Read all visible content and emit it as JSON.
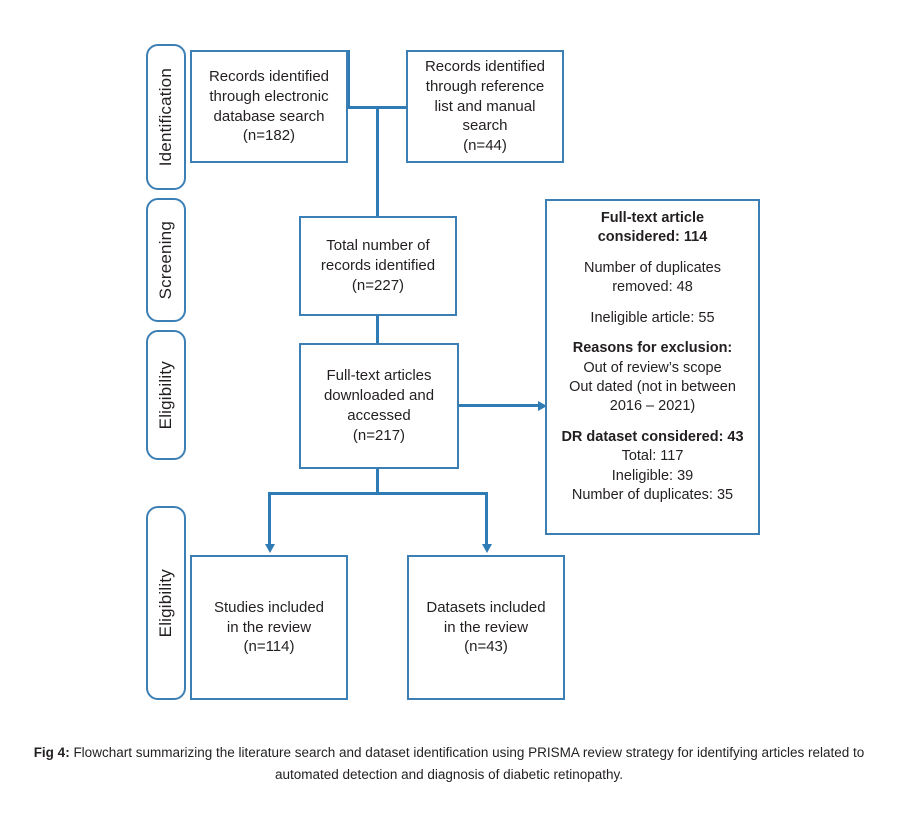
{
  "figure": {
    "caption_label": "Fig 4:",
    "caption_text": " Flowchart summarizing the literature search and dataset identification using PRISMA review strategy for identifying articles related to automated detection and diagnosis of diabetic retinopathy."
  },
  "theme": {
    "line_color": "#2e7bb5",
    "border_color": "#3b7fb5",
    "text_color": "#231f20",
    "background": "#ffffff"
  },
  "stages": [
    {
      "label": "Identification"
    },
    {
      "label": "Screening"
    },
    {
      "label": "Eligibility"
    },
    {
      "label": "Eligibility"
    }
  ],
  "boxes": {
    "records_electronic": "Records identified\nthrough electronic\ndatabase search\n(n=182)",
    "records_reference": "Records identified\nthrough reference\nlist and manual\nsearch\n(n=44)",
    "total_records": "Total number of\nrecords identified\n(n=227)",
    "fulltext_downloaded": "Full-text articles\ndownloaded and\naccessed\n(n=217)",
    "studies_included": "Studies included\nin the review\n(n=114)",
    "datasets_included": "Datasets included\nin the review\n(n=43)"
  },
  "exclusion_panel": {
    "fulltext_considered": "Full-text article\nconsidered: 114",
    "duplicates_removed": "Number of duplicates\nremoved: 48",
    "ineligible_article": "Ineligible article: 55",
    "reasons_heading": "Reasons for exclusion:",
    "reason_scope": "Out of review’s scope",
    "reason_outdated": "Out dated (not in between\n2016 – 2021)",
    "dr_dataset_considered": "DR dataset considered: 43",
    "dr_total": "Total: 117",
    "dr_ineligible": "Ineligible: 39",
    "dr_duplicates": "Number of duplicates: 35"
  },
  "chart_data": {
    "type": "diagram",
    "title": "PRISMA flow diagram",
    "nodes": [
      {
        "id": "records_electronic",
        "stage": "Identification",
        "label": "Records identified through electronic database search",
        "n": 182
      },
      {
        "id": "records_reference",
        "stage": "Identification",
        "label": "Records identified through reference list and manual search",
        "n": 44
      },
      {
        "id": "total_records",
        "stage": "Screening",
        "label": "Total number of records identified",
        "n": 227
      },
      {
        "id": "fulltext_downloaded",
        "stage": "Eligibility",
        "label": "Full-text articles downloaded and accessed",
        "n": 217
      },
      {
        "id": "exclusion_panel",
        "stage": "Eligibility",
        "label": "Full-text article considered / exclusions",
        "n": 114
      },
      {
        "id": "studies_included",
        "stage": "Eligibility",
        "label": "Studies included in the review",
        "n": 114
      },
      {
        "id": "datasets_included",
        "stage": "Eligibility",
        "label": "Datasets included in the review",
        "n": 43
      }
    ],
    "edges": [
      {
        "from": "records_electronic",
        "to": "total_records"
      },
      {
        "from": "records_reference",
        "to": "total_records"
      },
      {
        "from": "total_records",
        "to": "fulltext_downloaded"
      },
      {
        "from": "fulltext_downloaded",
        "to": "exclusion_panel"
      },
      {
        "from": "fulltext_downloaded",
        "to": "studies_included"
      },
      {
        "from": "fulltext_downloaded",
        "to": "datasets_included"
      }
    ]
  }
}
